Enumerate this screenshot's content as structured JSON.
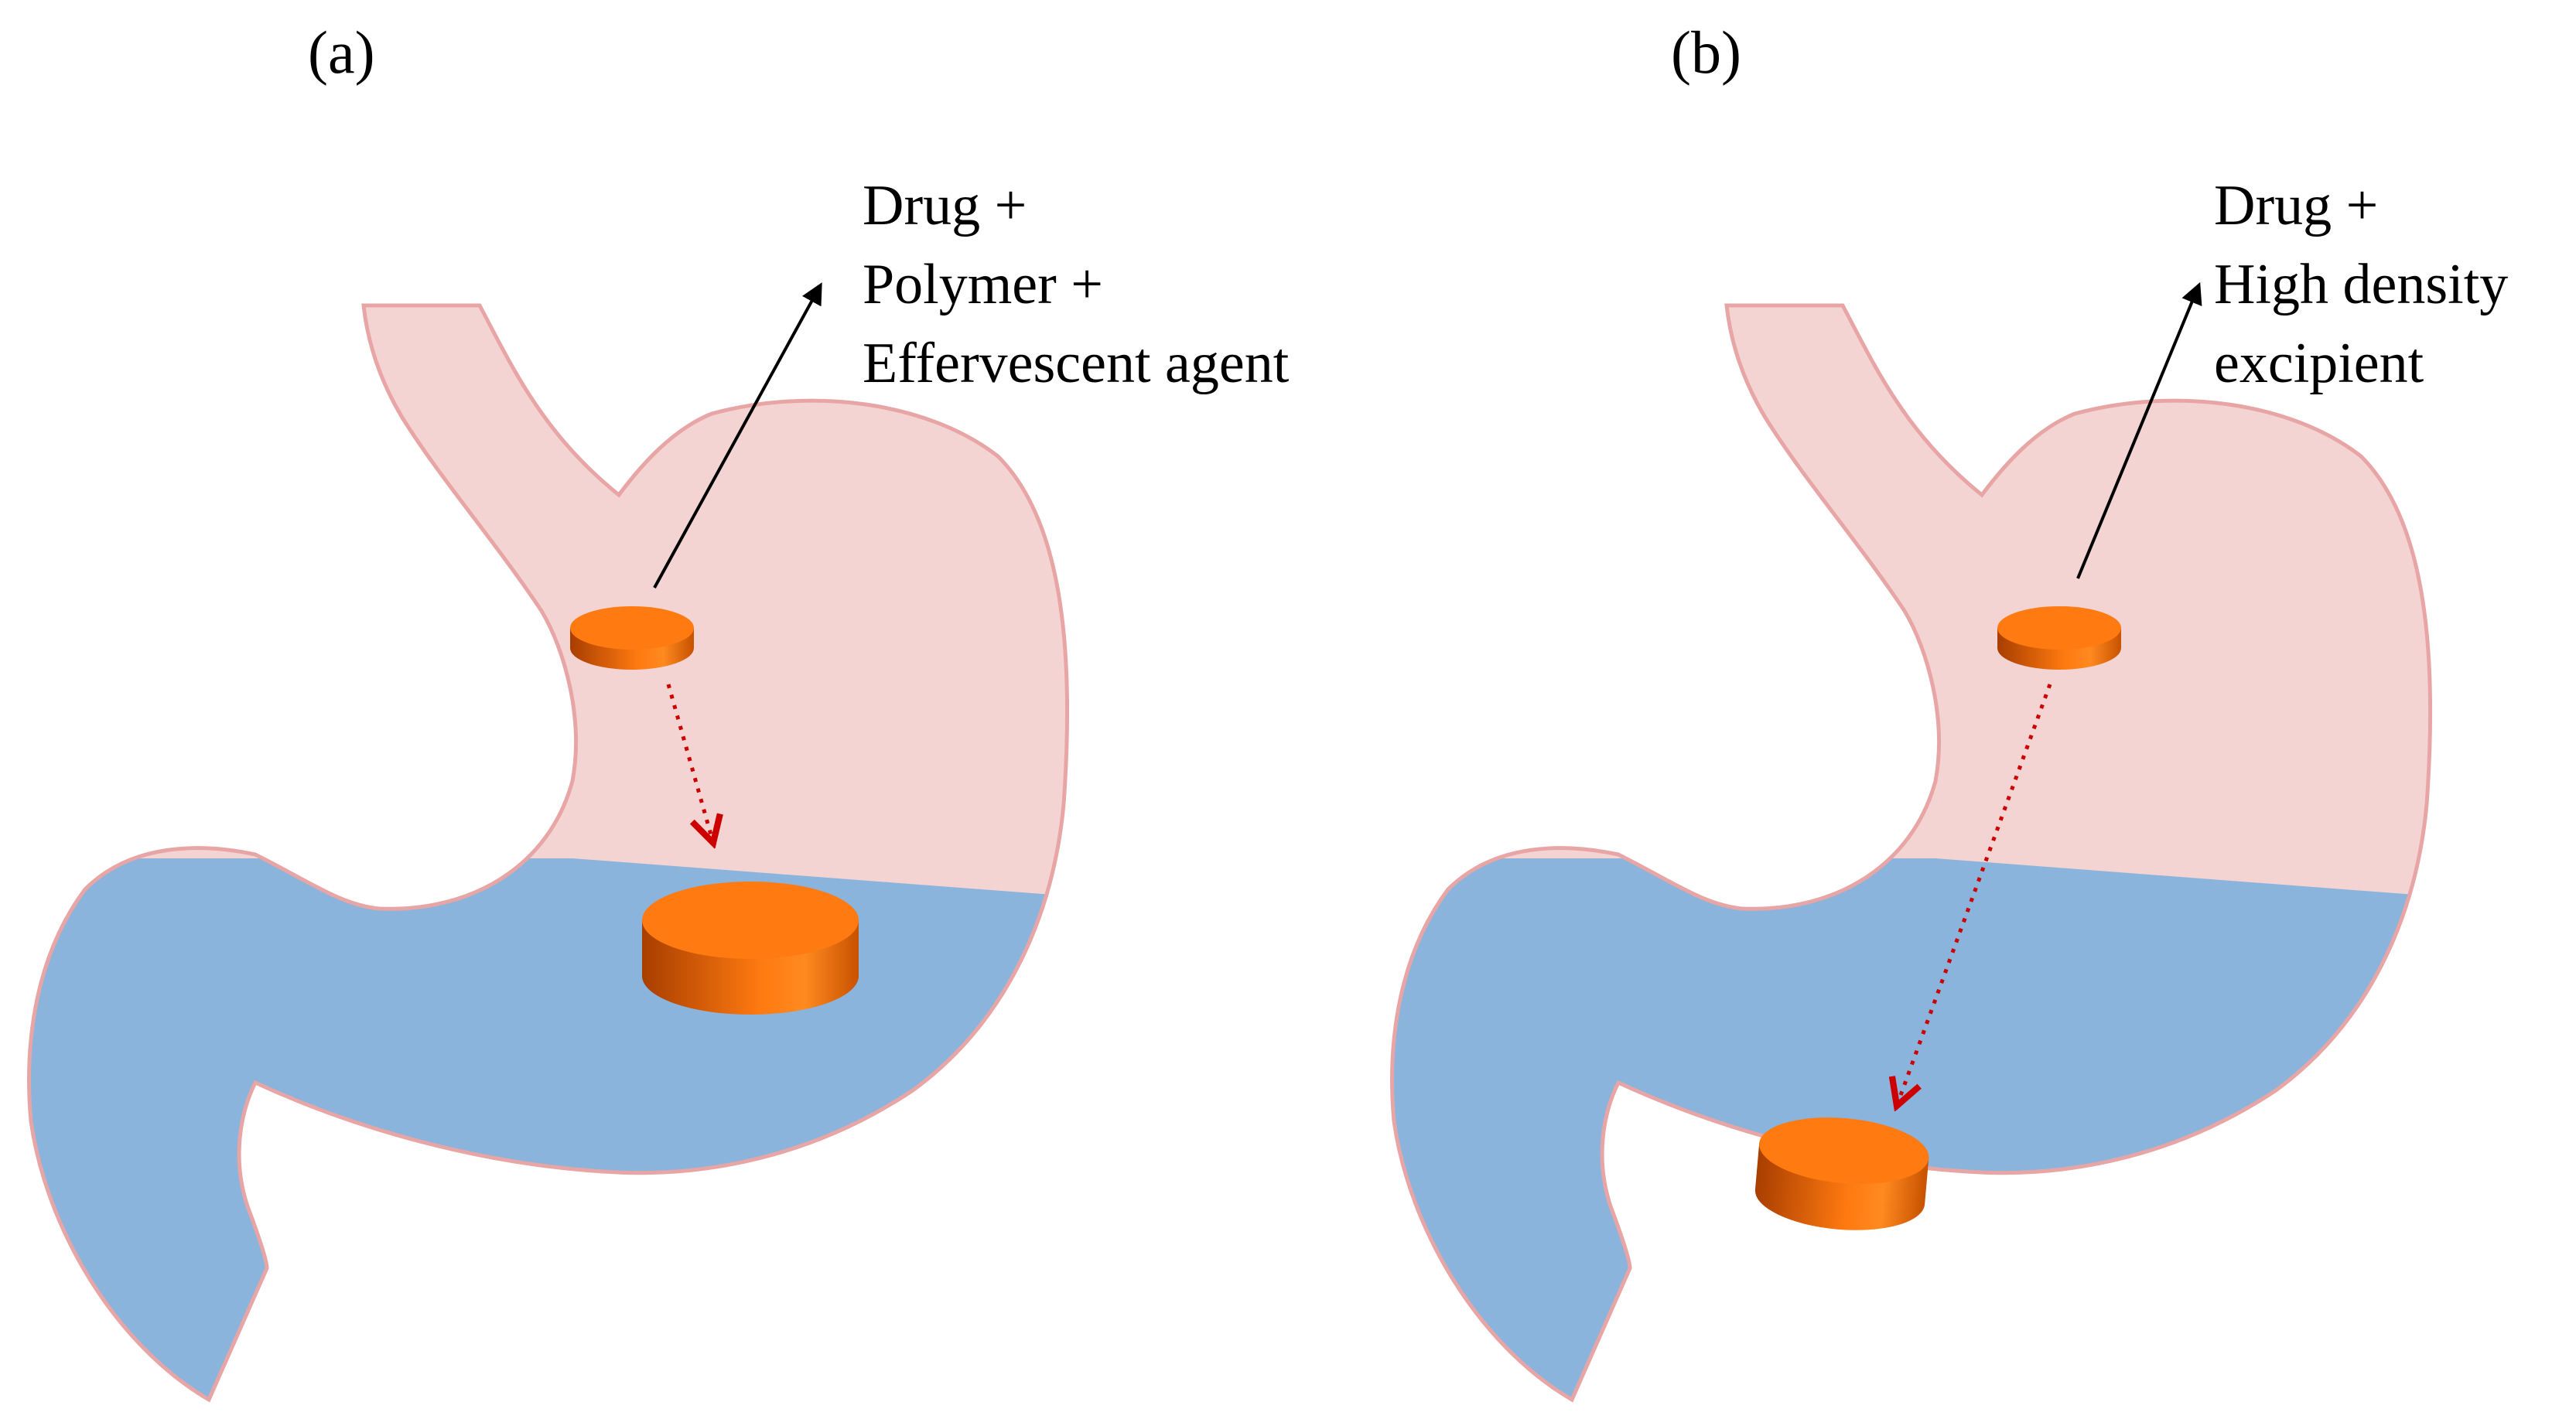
{
  "panels": [
    {
      "label": "(a)",
      "annotation_lines": [
        "Drug +",
        "Polymer +",
        "Effervescent agent"
      ]
    },
    {
      "label": "(b)",
      "annotation_lines": [
        "Drug +",
        "High density",
        "excipient"
      ]
    }
  ],
  "colors": {
    "stomach_wall": "#f4d3d3",
    "stomach_outline": "#e8a5a5",
    "gastric_fluid": "#8bb4dc",
    "tablet_top": "#ff7a10",
    "tablet_side_light": "#ff7a10",
    "tablet_side_dark": "#a83e00",
    "arrow_black": "#000000",
    "arrow_red": "#cc0000"
  }
}
